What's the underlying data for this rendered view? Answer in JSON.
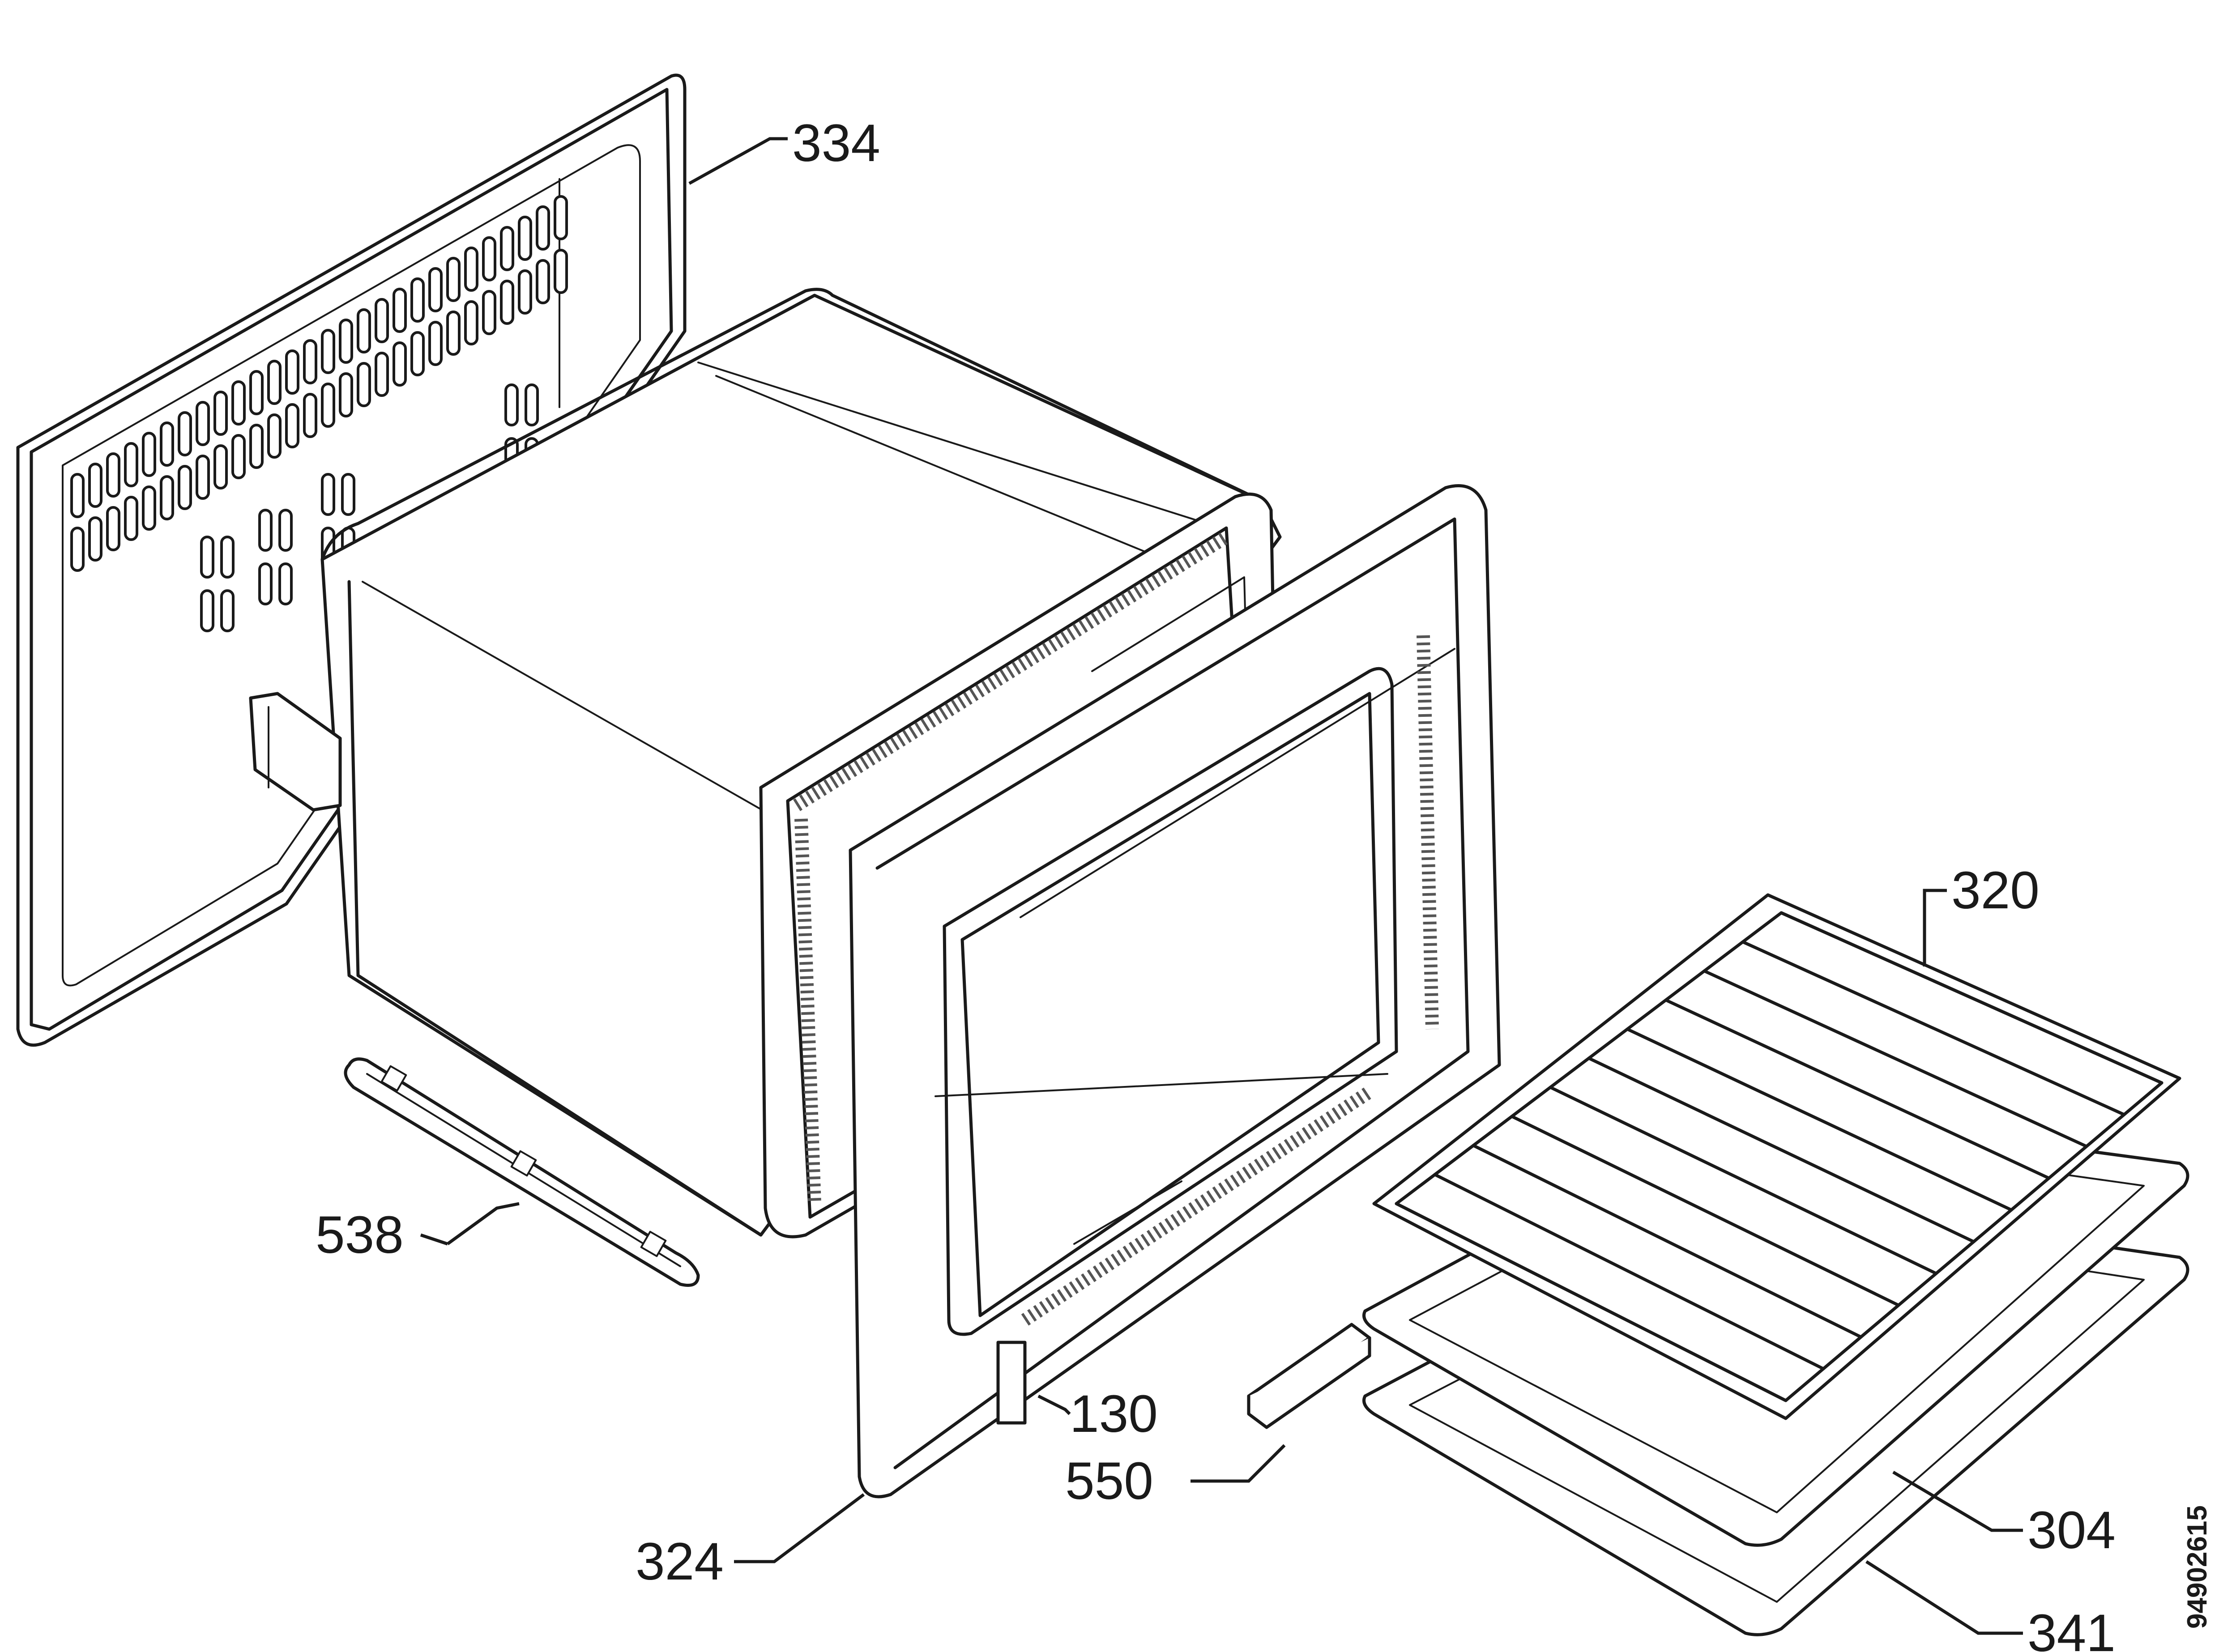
{
  "diagram": {
    "document_id": "94902615",
    "callouts": [
      {
        "id": "334",
        "label": "334"
      },
      {
        "id": "320",
        "label": "320"
      },
      {
        "id": "538",
        "label": "538"
      },
      {
        "id": "130",
        "label": "130"
      },
      {
        "id": "550",
        "label": "550"
      },
      {
        "id": "324",
        "label": "324"
      },
      {
        "id": "304",
        "label": "304"
      },
      {
        "id": "341",
        "label": "341"
      }
    ]
  }
}
